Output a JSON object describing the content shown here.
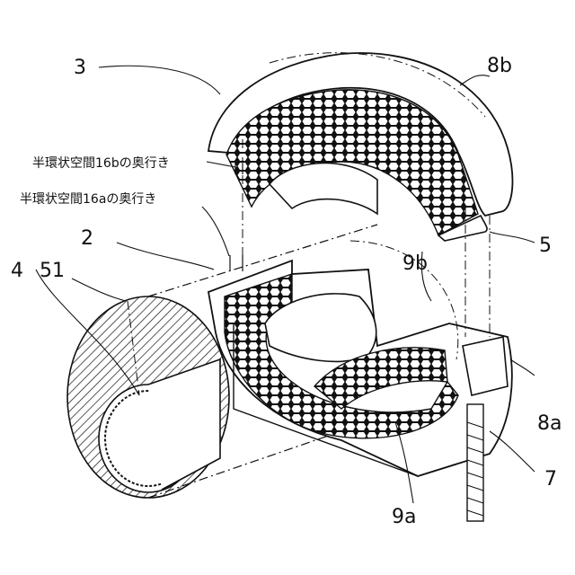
{
  "labels": {
    "l3": "3",
    "l8b": "8b",
    "l2": "2",
    "l4": "4",
    "l51": "51",
    "l5": "5",
    "l9b": "9b",
    "l8a": "8a",
    "l7": "7",
    "l9a": "9a"
  },
  "annotations": {
    "depth_16b": "半環状空間16bの奥行き",
    "depth_16a": "半環状空間16aの奥行き"
  }
}
